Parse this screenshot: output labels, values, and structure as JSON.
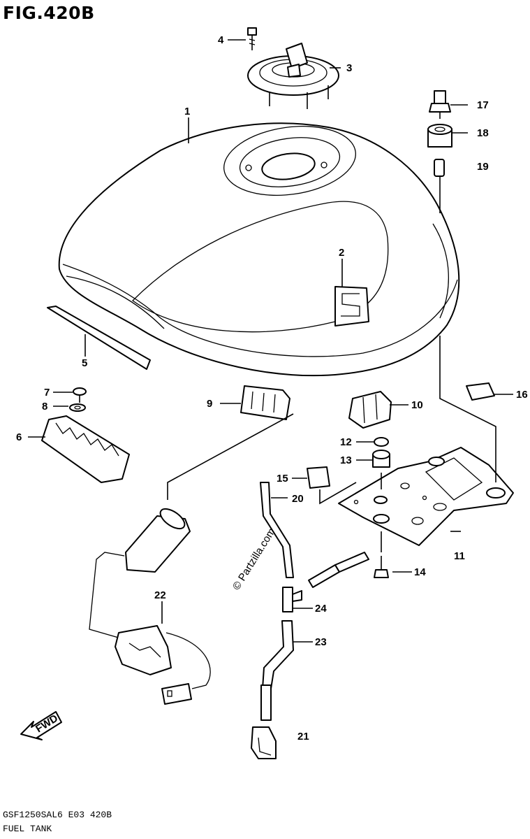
{
  "figure": {
    "title": "FIG.420B",
    "code": "GSF1250SAL6 E03 420B",
    "name": "FUEL TANK",
    "watermark": "© Partzilla.com",
    "fwd_label": "FWD"
  },
  "callouts": [
    "1",
    "2",
    "3",
    "4",
    "5",
    "6",
    "7",
    "8",
    "9",
    "10",
    "11",
    "12",
    "13",
    "14",
    "15",
    "16",
    "17",
    "18",
    "19",
    "20",
    "21",
    "22",
    "23",
    "24"
  ]
}
